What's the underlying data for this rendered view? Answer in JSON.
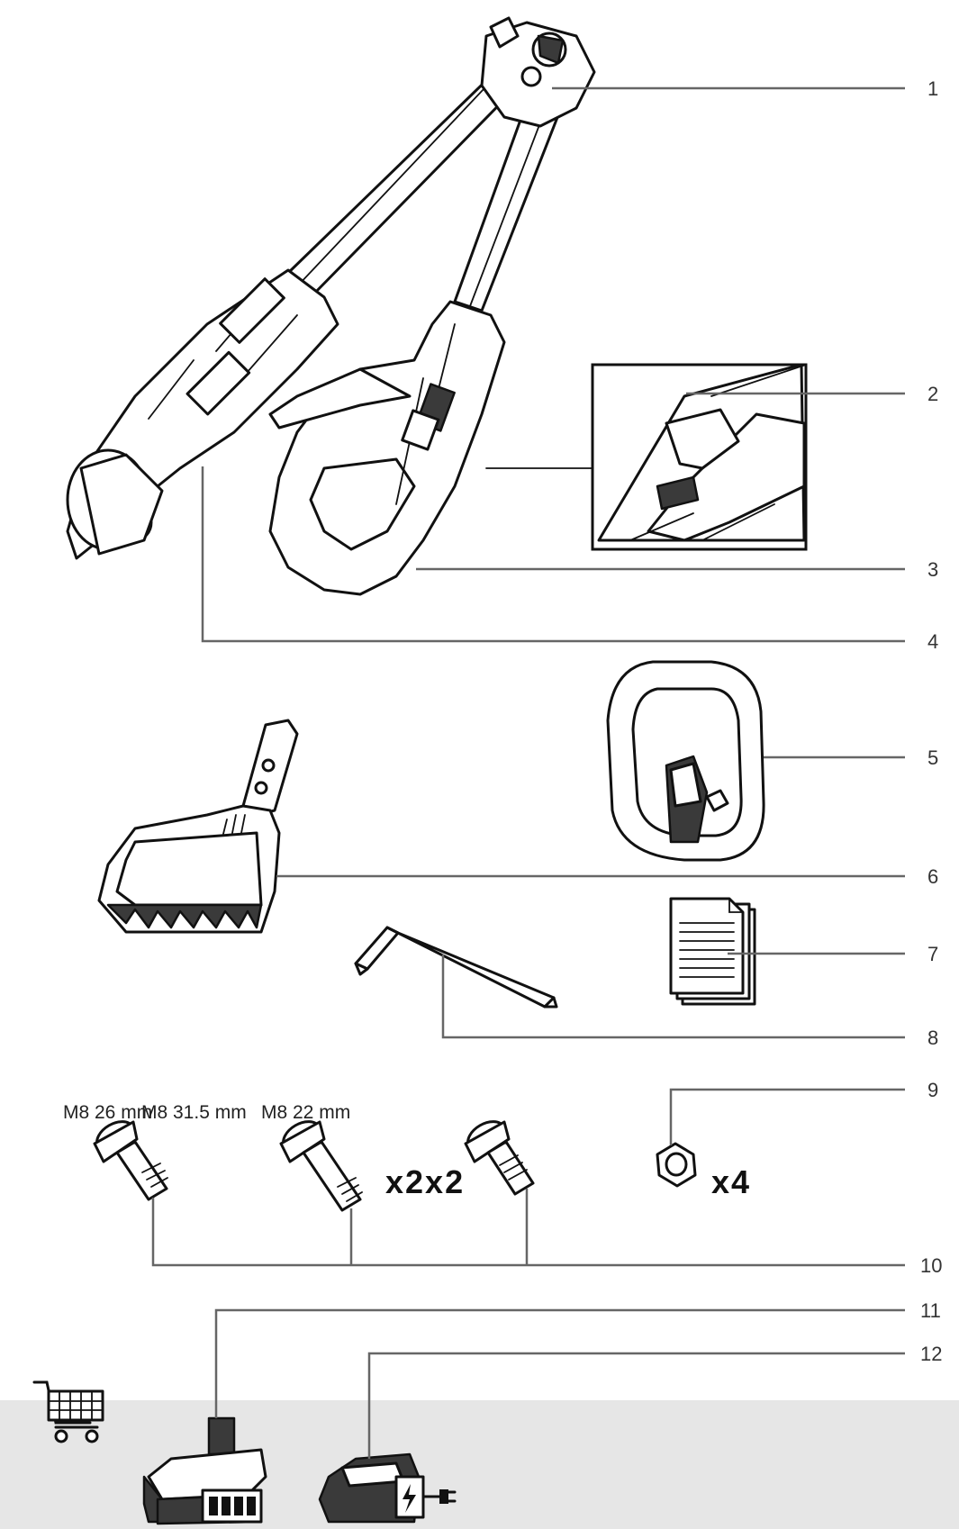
{
  "callouts": [
    "1",
    "2",
    "3",
    "4",
    "5",
    "6",
    "7",
    "8",
    "9",
    "10",
    "11",
    "12"
  ],
  "bolts": {
    "label_1": "M8 26 mm",
    "label_2": "M8 31.5 mm",
    "label_3": "M8 22 mm",
    "qty_bolts": "x2x2",
    "qty_nuts": "x4"
  },
  "icons": {
    "cart": "shopping-cart-icon",
    "battery": "battery-icon",
    "charger": "charger-icon"
  },
  "colors": {
    "footer_band": "#e6e6e6",
    "leader": "#666666",
    "ink": "#111111"
  }
}
